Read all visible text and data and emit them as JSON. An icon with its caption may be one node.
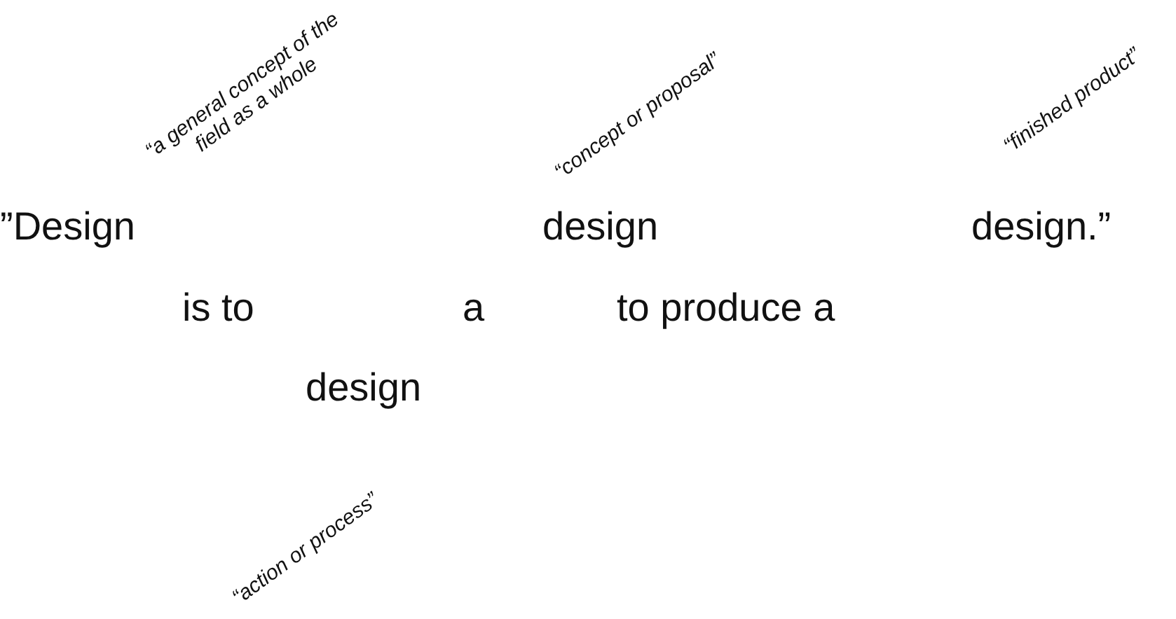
{
  "diagram": {
    "labels": [
      "“a general concept of the field as a whole",
      "“concept or proposal”",
      "“finished product”",
      "”Design",
      "design",
      "design.”",
      "is to",
      "a",
      "to produce a",
      "design",
      "“action or process”"
    ]
  }
}
